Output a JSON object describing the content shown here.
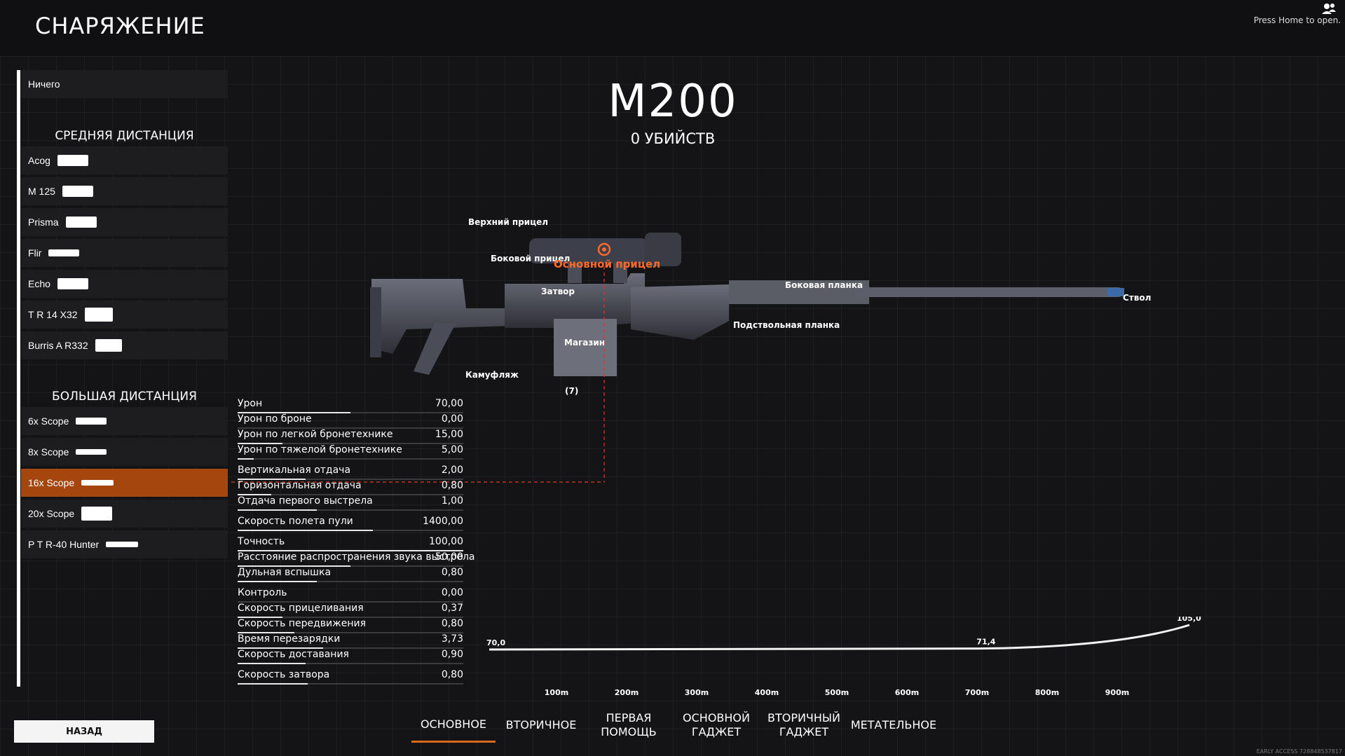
{
  "header": {
    "title": "СНАРЯЖЕНИЕ",
    "press_home": "Press Home to open."
  },
  "sidebar": {
    "none_label": "Ничего",
    "mid_range": {
      "heading": "СРЕДНЯЯ ДИСТАНЦИЯ",
      "items": [
        "Acog",
        "M 125",
        "Prisma",
        "Flir",
        "Echo",
        "T R 14 X32",
        "Burris A R332"
      ]
    },
    "long_range": {
      "heading": "БОЛЬШАЯ ДИСТАНЦИЯ",
      "items": [
        "6x Scope",
        "8x Scope",
        "16x Scope",
        "20x Scope",
        "P T R-40 Hunter"
      ],
      "selected": "16x Scope"
    },
    "back_label": "НАЗАД"
  },
  "weapon": {
    "name": "M200",
    "kills": "0 УБИЙСТВ",
    "attachments": {
      "top_sight": "Верхний прицел",
      "side_sight": "Боковой прицел",
      "main_sight": "Основной прицел",
      "bolt": "Затвор",
      "side_rail": "Боковая планка",
      "barrel": "Ствол",
      "underbarrel": "Подствольная планка",
      "magazine": "Магазин",
      "camo": "Камуфляж",
      "mag_count": "(7)"
    }
  },
  "stats": [
    {
      "label": "Урон",
      "value": "70,00",
      "fill": 0.5
    },
    {
      "label": "Урон по броне",
      "value": "0,00",
      "fill": 0.0
    },
    {
      "label": "Урон по легкой бронетехнике",
      "value": "15,00",
      "fill": 0.2
    },
    {
      "label": "Урон по тяжелой бронетехнике",
      "value": "5,00",
      "fill": 0.07
    },
    {
      "label": "Вертикальная отдача",
      "value": "2,00",
      "fill": 0.3
    },
    {
      "label": "Горизонтальная отдача",
      "value": "0,80",
      "fill": 0.15
    },
    {
      "label": "Отдача первого выстрела",
      "value": "1,00",
      "fill": 0.35
    },
    {
      "label": "Скорость полета пули",
      "value": "1400,00",
      "fill": 0.6
    },
    {
      "label": "Точность",
      "value": "100,00",
      "fill": 1.0
    },
    {
      "label": "Расстояние распространения звука выстрела",
      "value": "50,00",
      "fill": 0.5
    },
    {
      "label": "Дульная вспышка",
      "value": "0,80",
      "fill": 0.35
    },
    {
      "label": "Контроль",
      "value": "0,00",
      "fill": 0.0
    },
    {
      "label": "Скорость прицеливания",
      "value": "0,37",
      "fill": 0.2
    },
    {
      "label": "Скорость передвижения",
      "value": "0,80",
      "fill": 0.25
    },
    {
      "label": "Время перезарядки",
      "value": "3,73",
      "fill": 0.38
    },
    {
      "label": "Скорость доставания",
      "value": "0,90",
      "fill": 0.3
    },
    {
      "label": "Скорость затвора",
      "value": "0,80",
      "fill": 0.31
    }
  ],
  "chart_data": {
    "type": "line",
    "x": [
      0,
      700,
      1000
    ],
    "y": [
      70.0,
      71.4,
      105.0
    ],
    "point_labels": [
      "70,0",
      "71,4",
      "105,0"
    ],
    "tick_labels": [
      "100m",
      "200m",
      "300m",
      "400m",
      "500m",
      "600m",
      "700m",
      "800m",
      "900m"
    ],
    "title": "",
    "xlabel": "",
    "ylabel": ""
  },
  "tabs": [
    {
      "label": "ОСНОВНОЕ",
      "active": true
    },
    {
      "label": "ВТОРИЧНОЕ",
      "active": false
    },
    {
      "label": "ПЕРВАЯ ПОМОЩЬ",
      "active": false
    },
    {
      "label": "ОСНОВНОЙ ГАДЖЕТ",
      "active": false
    },
    {
      "label": "ВТОРИЧНЫЙ ГАДЖЕТ",
      "active": false
    },
    {
      "label": "МЕТАТЕЛЬНОЕ",
      "active": false
    }
  ],
  "footer": {
    "early_access": "EARLY ACCESS 728848537817"
  },
  "colors": {
    "accent": "#d86a1e",
    "selected_bg": "#a4460e",
    "main_sight": "#ff6a2a"
  }
}
